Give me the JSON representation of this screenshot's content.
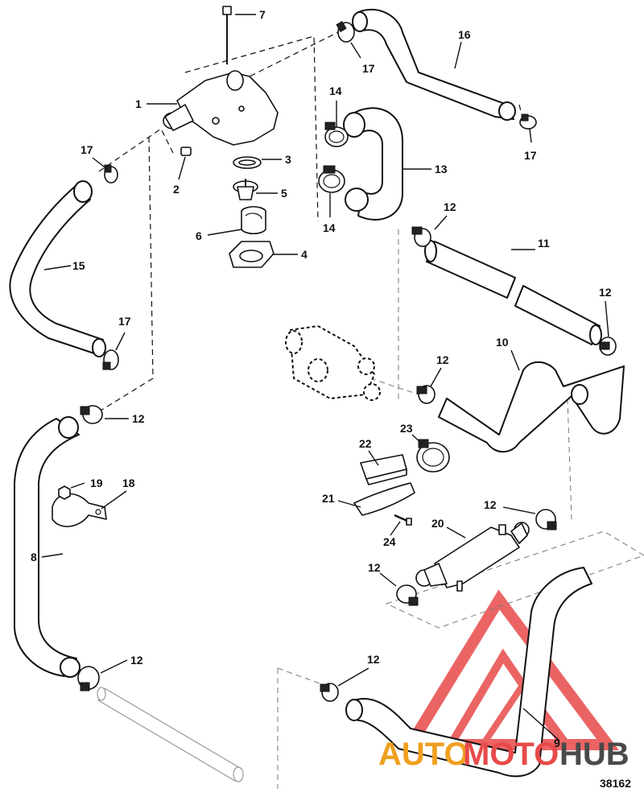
{
  "figure_number": "38162",
  "watermark": {
    "part1": "AUTO",
    "part2": "MOTO",
    "part3": "HUB",
    "color_primary": "#f0a020",
    "color_secondary": "#e84a4a",
    "color_dark": "#4a4a4a"
  },
  "callouts": [
    "1",
    "2",
    "3",
    "4",
    "5",
    "6",
    "7",
    "8",
    "9",
    "10",
    "11",
    "12",
    "13",
    "14",
    "15",
    "16",
    "17",
    "18",
    "19",
    "20",
    "21",
    "22",
    "23",
    "24"
  ],
  "labels": {
    "c1": "1",
    "c2": "2",
    "c3": "3",
    "c4": "4",
    "c5": "5",
    "c6": "6",
    "c7": "7",
    "c8": "8",
    "c9": "9",
    "c10": "10",
    "c11": "11",
    "c12a": "12",
    "c12b": "12",
    "c12c": "12",
    "c12d": "12",
    "c12e": "12",
    "c12f": "12",
    "c12g": "12",
    "c12h": "12",
    "c13": "13",
    "c14a": "14",
    "c14b": "14",
    "c15": "15",
    "c16": "16",
    "c17a": "17",
    "c17b": "17",
    "c17c": "17",
    "c17d": "17",
    "c18": "18",
    "c19": "19",
    "c20": "20",
    "c21": "21",
    "c22": "22",
    "c23": "23",
    "c24": "24"
  }
}
